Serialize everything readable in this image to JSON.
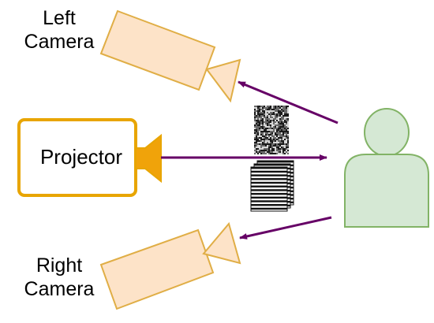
{
  "labels": {
    "left_camera": [
      "Left",
      "Camera"
    ],
    "right_camera": [
      "Right",
      "Camera"
    ],
    "projector": "Projector"
  },
  "colors": {
    "camera_fill": "#FDE3C8",
    "camera_stroke": "#E0AE46",
    "projector_stroke": "#E8A500",
    "projector_lens": "#F0A30A",
    "arrow": "#660066",
    "person_fill": "#D5E8D4",
    "person_stroke": "#82B366",
    "pattern_dark": "#111111"
  },
  "icons": {
    "left_camera": "camera-icon",
    "right_camera": "camera-icon",
    "projector": "projector-icon",
    "person": "person-icon",
    "random_pattern": "noise-pattern-icon",
    "stripe_pattern": "stripe-pattern-stack-icon"
  }
}
